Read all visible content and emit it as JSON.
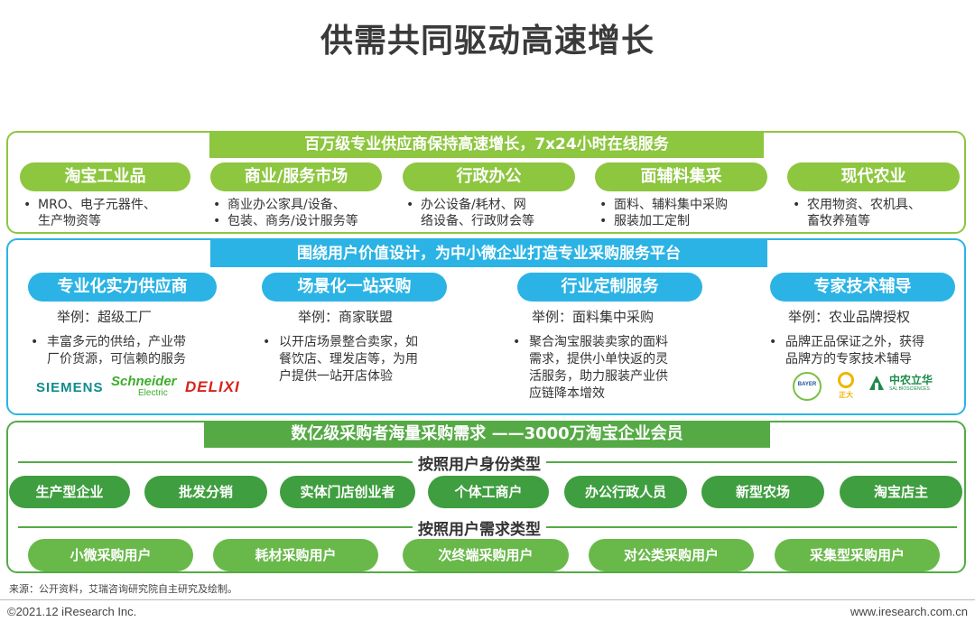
{
  "title": "供需共同驱动高速增长",
  "panel1": {
    "header": "百万级专业供应商保持高速增长，7x24小时在线服务",
    "color": "#8dc63f",
    "items": [
      {
        "label": "淘宝工业品",
        "lines": [
          "MRO、电子元器件、",
          "生产物资等"
        ]
      },
      {
        "label": "商业/服务市场",
        "lines": [
          "商业办公家具/设备、",
          "包装、商务/设计服务等"
        ]
      },
      {
        "label": "行政办公",
        "lines": [
          "办公设备/耗材、网",
          "络设备、行政财会等"
        ]
      },
      {
        "label": "面辅料集采",
        "lines": [
          "面料、辅料集中采购",
          "服装加工定制"
        ]
      },
      {
        "label": "现代农业",
        "lines": [
          "农用物资、农机具、",
          "畜牧养殖等"
        ]
      }
    ]
  },
  "panel2": {
    "header": "围绕用户价值设计，为中小微企业打造专业采购服务平台",
    "color": "#2bb3e5",
    "items": [
      {
        "label": "专业化实力供应商",
        "example": "举例：超级工厂",
        "text": [
          "丰富多元的供给，产业带",
          "厂价货源，可信赖的服务"
        ]
      },
      {
        "label": "场景化一站采购",
        "example": "举例：商家联盟",
        "text": [
          "以开店场景整合卖家，如",
          "餐饮店、理发店等，为用",
          "户提供一站开店体验"
        ]
      },
      {
        "label": "行业定制服务",
        "example": "举例：面料集中采购",
        "text": [
          "聚合淘宝服装卖家的面料",
          "需求，提供小单快返的灵",
          "活服务，助力服装产业供",
          "应链降本增效"
        ]
      },
      {
        "label": "专家技术辅导",
        "example": "举例：农业品牌授权",
        "text": [
          "品牌正品保证之外，获得",
          "品牌方的专家技术辅导"
        ]
      }
    ],
    "logos": {
      "siemens": "SIEMENS",
      "schneider": "Schneider",
      "schneider_sub": "Electric",
      "delixi": "DELIXI",
      "bayer": "BAYER",
      "zhengda": "正大",
      "zhongnong": "中农立华",
      "zhongnong_sub": "SAL BIOSCIENCES"
    }
  },
  "panel3": {
    "header": "数亿级采购者海量采购需求 ——3000万淘宝企业会员",
    "color": "#55aa45",
    "identity_title": "按照用户身份类型",
    "identity": [
      "生产型企业",
      "批发分销",
      "实体门店创业者",
      "个体工商户",
      "办公行政人员",
      "新型农场",
      "淘宝店主"
    ],
    "demand_title": "按照用户需求类型",
    "demand": [
      "小微采购用户",
      "耗材采购用户",
      "次终端采购用户",
      "对公类采购用户",
      "采集型采购用户"
    ]
  },
  "footer": {
    "source": "来源：公开资料，艾瑞咨询研究院自主研究及绘制。",
    "copyright": "©2021.12 iResearch Inc.",
    "website": "www.iresearch.com.cn"
  }
}
